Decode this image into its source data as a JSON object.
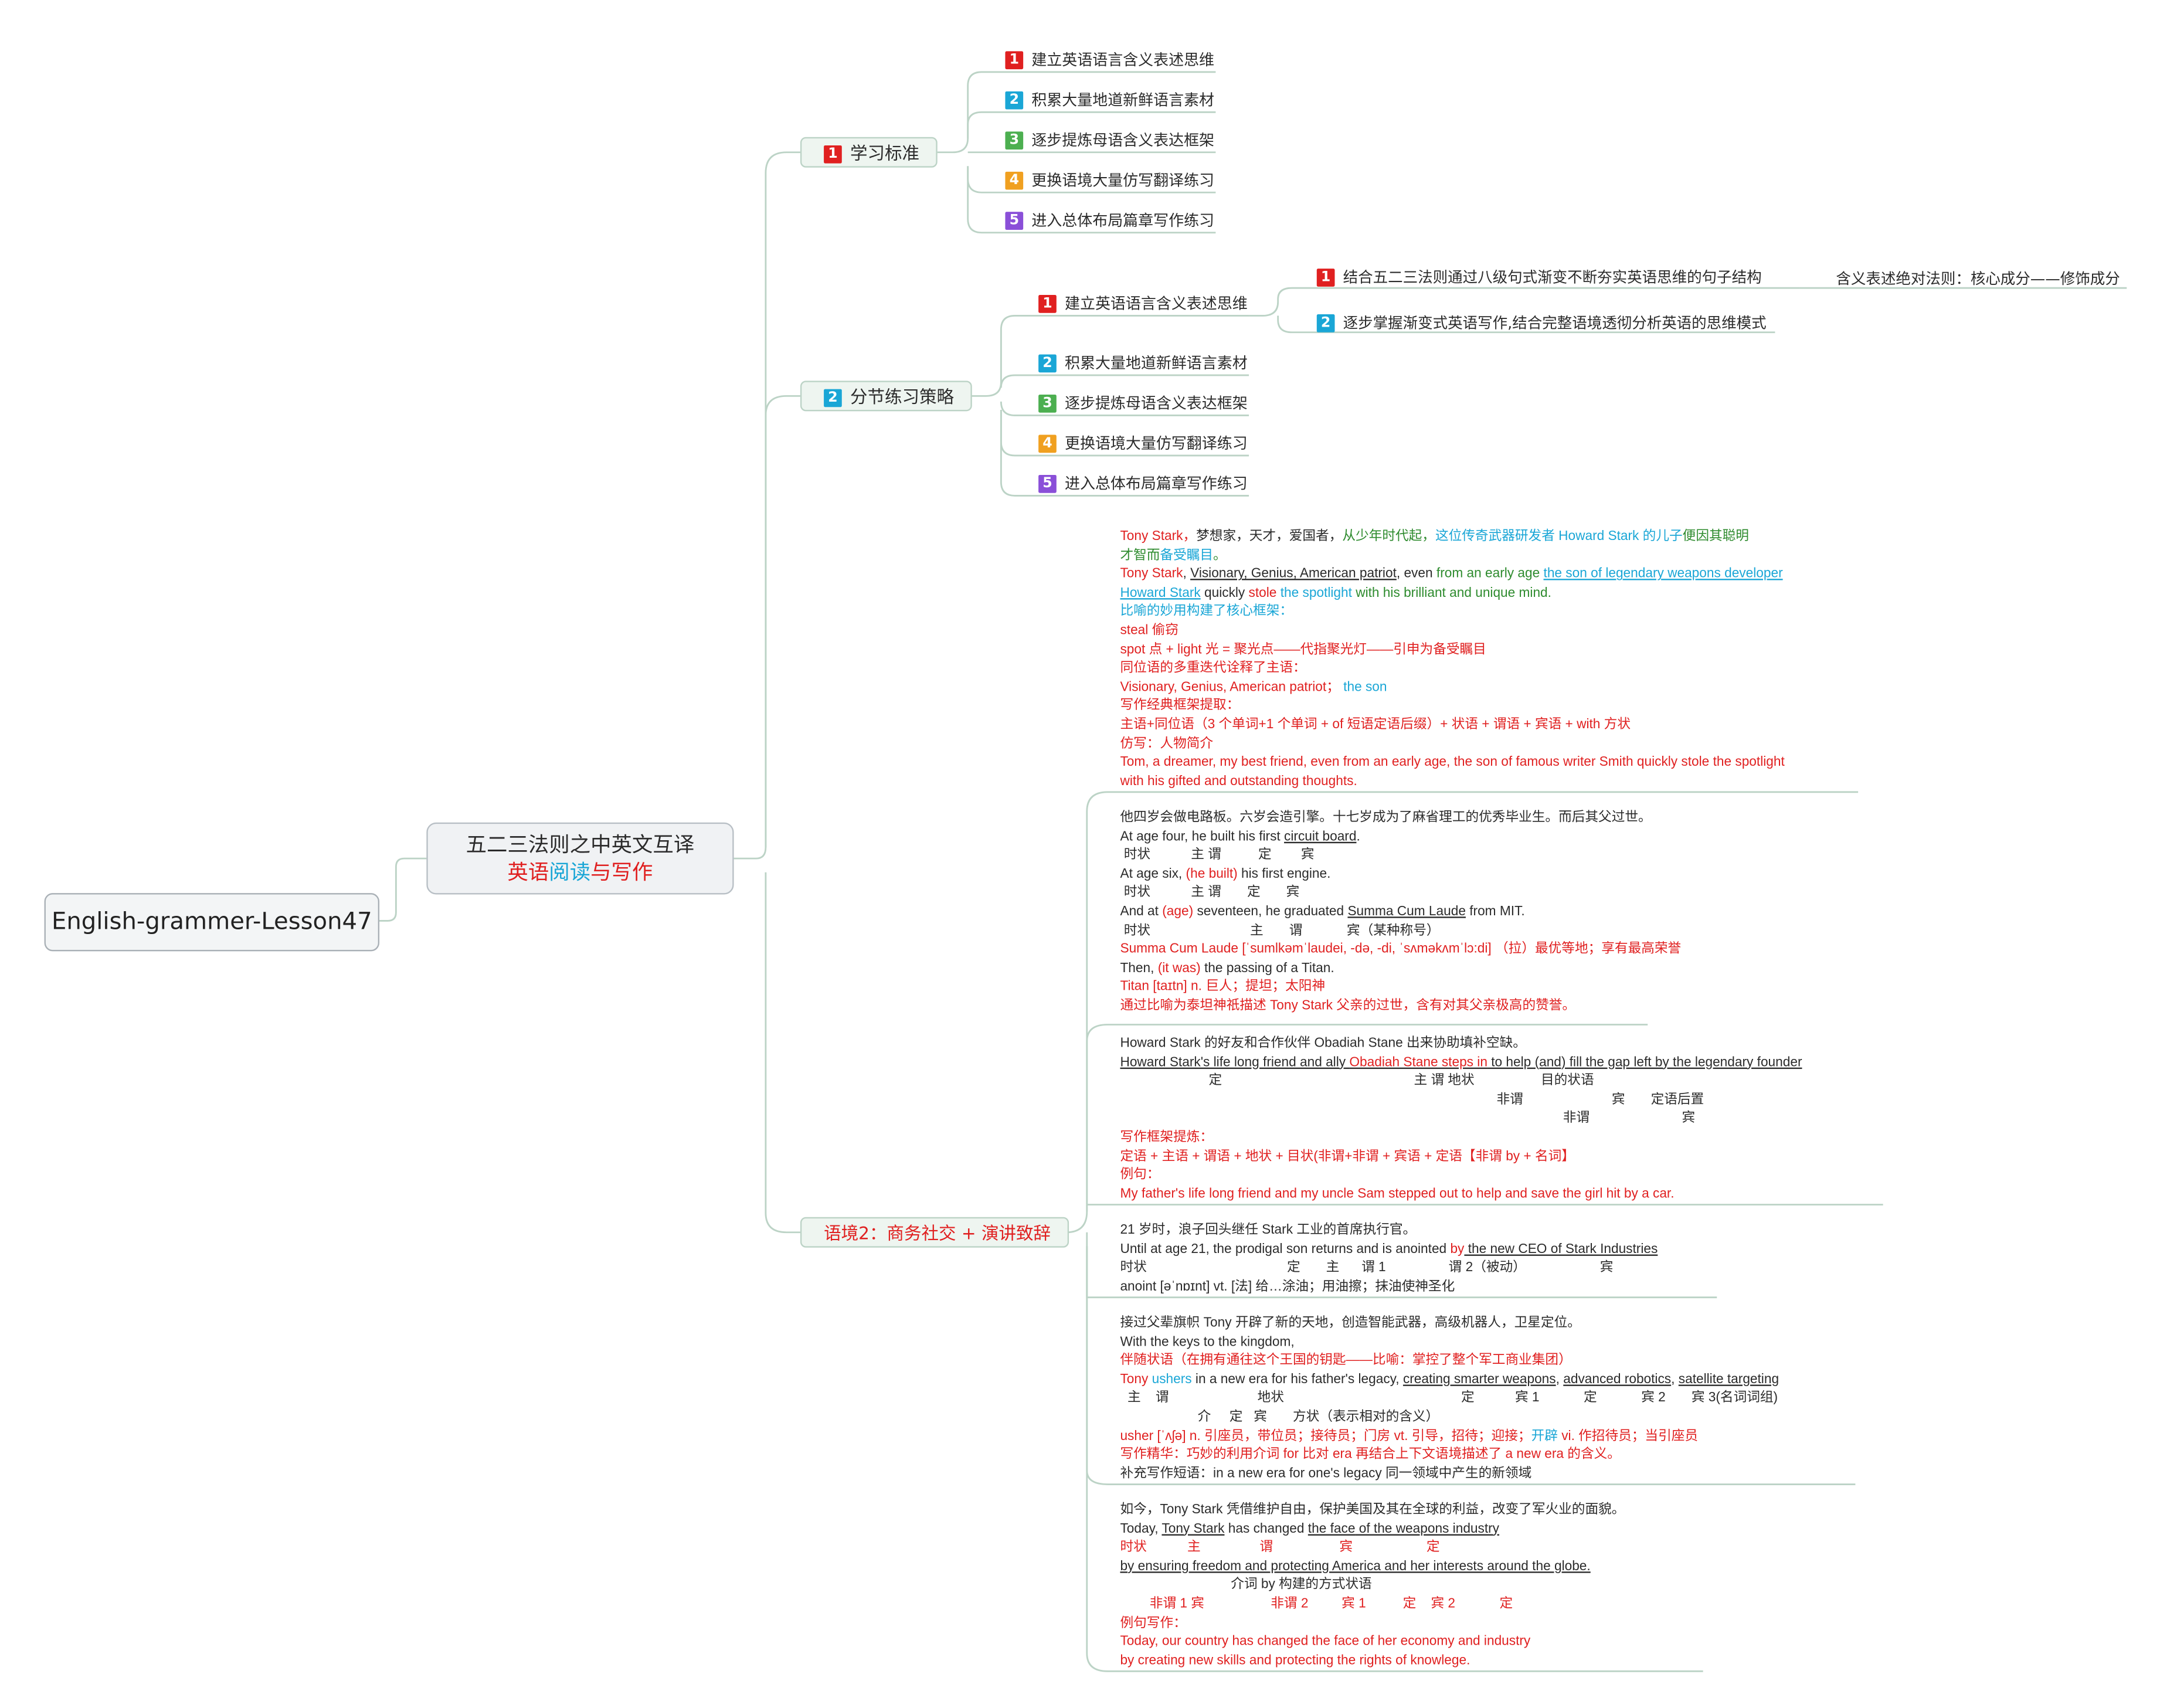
{
  "root": {
    "title": "English-grammer-Lesson47"
  },
  "main": {
    "line1": "五二三法则之中英文互译",
    "line2_a": "英语",
    "line2_b": "阅读",
    "line2_c": "与写作"
  },
  "colors": {
    "red": "#e02020",
    "blue": "#1aa6d6",
    "green": "#2e8b2e",
    "orange": "#f0a020",
    "purple": "#8a4fd8",
    "link": "#bcd3c6"
  },
  "branch1": {
    "num": "1",
    "label": "学习标准",
    "items": [
      {
        "num": "1",
        "text": "建立英语语言含义表述思维"
      },
      {
        "num": "2",
        "text": "积累大量地道新鲜语言素材"
      },
      {
        "num": "3",
        "text": "逐步提炼母语含义表达框架"
      },
      {
        "num": "4",
        "text": "更换语境大量仿写翻译练习"
      },
      {
        "num": "5",
        "text": "进入总体布局篇章写作练习"
      }
    ]
  },
  "branch2": {
    "num": "2",
    "label": "分节练习策略",
    "items": [
      {
        "num": "1",
        "text": "建立英语语言含义表述思维"
      },
      {
        "num": "2",
        "text": "积累大量地道新鲜语言素材"
      },
      {
        "num": "3",
        "text": "逐步提炼母语含义表达框架"
      },
      {
        "num": "4",
        "text": "更换语境大量仿写翻译练习"
      },
      {
        "num": "5",
        "text": "进入总体布局篇章写作练习"
      }
    ],
    "sub": [
      {
        "num": "1",
        "text": "结合五二三法则通过八级句式渐变不断夯实英语思维的句子结构"
      },
      {
        "num": "2",
        "text": "逐步掌握渐变式英语写作,结合完整语境透彻分析英语的思维模式"
      }
    ],
    "side_note": "含义表述绝对法则：核心成分——修饰成分"
  },
  "branch3": {
    "label": "语境2：商务社交 + 演讲致辞"
  },
  "notes": {
    "n1": {
      "l1a": "Tony Stark，",
      "l1b": "梦想家，天才，爱国者，",
      "l1c": "从少年时代起，",
      "l1d": "这位传奇武器研发者 Howard Stark 的儿子",
      "l1e": "便因其聪明",
      "l2a": "才智而",
      "l2b": "备受瞩目",
      "l2c": "。",
      "l3a": "Tony Stark",
      "l3b": ", ",
      "l3c": "Visionary, Genius, American patriot",
      "l3d": ", even ",
      "l3e": "from an early age",
      "l3f": " ",
      "l3g": "the son of legendary weapons developer",
      "l4a": "Howard Stark",
      "l4b": " quickly ",
      "l4c": "stole",
      "l4d": " ",
      "l4e": "the spotlight",
      "l4f": " with his brilliant and unique mind.",
      "l5": "比喻的妙用构建了核心框架：",
      "l6": "steal 偷窃",
      "l7": "spot 点 + light 光 = 聚光点——代指聚光灯——引申为备受瞩目",
      "l8": "同位语的多重迭代诠释了主语：",
      "l9a": "Visionary, Genius, American patriot；",
      "l9b": "the son",
      "l10": "写作经典框架提取：",
      "l11": "主语+同位语（3 个单词+1 个单词 + of 短语定语后缀）+ 状语 + 谓语 + 宾语 + with 方状",
      "l12": "仿写：人物简介",
      "l13": "Tom, a dreamer, my best friend, even from an early age, the son of famous writer Smith quickly stole the spotlight",
      "l14": "with his gifted and outstanding thoughts."
    },
    "n2": {
      "l1": "他四岁会做电路板。六岁会造引擎。十七岁成为了麻省理工的优秀毕业生。而后其父过世。",
      "l2a": "At age four, he built his first ",
      "l2b": "circuit board",
      "l2c": ".",
      "l3": " 时状           主 谓          定        宾",
      "l4a": "At age six, ",
      "l4b": "(he built)",
      "l4c": " his first engine.",
      "l5": " 时状           主 谓       定       宾",
      "l6a": "And at ",
      "l6b": "(age)",
      "l6c": " seventeen, he graduated ",
      "l6d": "Summa Cum Laude",
      "l6e": " from MIT.",
      "l7": " 时状                           主       谓            宾（某种称号）",
      "l8": "Summa Cum Laude [ˈsumlkəmˈlaudei, -də, -di, ˈsʌməkʌmˈlɔ:di] （拉）最优等地；享有最高荣誉",
      "l9a": "Then, ",
      "l9b": "(it was)",
      "l9c": " the passing of a Titan.",
      "l10": "Titan [taɪtn] n. 巨人；提坦；太阳神",
      "l11": "通过比喻为泰坦神祇描述 Tony Stark 父亲的过世，含有对其父亲极高的赞誉。"
    },
    "n3": {
      "l1": "Howard Stark 的好友和合作伙伴 Obadiah Stane 出来协助填补空缺。",
      "l2a": "Howard Stark's life long friend and ally ",
      "l2b": "Obadiah Stane steps in",
      "l2c": " to help (and) fill the gap left by the legendary founder",
      "l3": "                        定                                                    主 谓 地状                  目的状语",
      "l4": "                                                                                                      非谓                        宾       定语后置",
      "l5": "                                                                                                                        非谓                         宾",
      "l6": "写作框架提炼：",
      "l7": "定语 + 主语 + 谓语 + 地状 + 目状(非谓+非谓 + 宾语 + 定语【非谓 by + 名词】",
      "l8": "例句：",
      "l9": "My father's life long friend and my uncle Sam stepped out to help and save the girl hit by a car."
    },
    "n4": {
      "l1": "21 岁时，浪子回头继任 Stark 工业的首席执行官。",
      "l2a": "Until at age 21, the prodigal son returns and is anointed ",
      "l2b": "by",
      "l2c": " the new CEO of Stark Industries",
      "l3": "时状                                      定       主      谓 1                 谓 2（被动）                    宾",
      "l4": "anoint [əˈnɒɪnt] vt. [法] 给…涂油；用油擦；抹油使神圣化"
    },
    "n5": {
      "l1": "接过父辈旗帜 Tony 开辟了新的天地，创造智能武器，高级机器人，卫星定位。",
      "l2": "With the keys to the kingdom,",
      "l3": " 伴随状语（在拥有通往这个王国的钥匙——比喻：掌控了整个军工商业集团）",
      "l4a": "Tony ",
      "l4b": "ushers",
      "l4c": " in a new era for his father's legacy, ",
      "l4d": "creating smarter weapons",
      "l4e": ", ",
      "l4f": "advanced robotics",
      "l4g": ", ",
      "l4h": "satellite targeting",
      "l5": "  主    谓                        地状                                                定           宾 1            定            宾 2       宾 3(名词词组)",
      "l6": "                     介     定   宾       方状（表示相对的含义）",
      "l7a": "usher [ˈʌʃə] n. 引座员，带位员；接待员；门房 vt. 引导，招待；迎接；",
      "l7b": "开辟",
      "l7c": " vi. 作招待员；当引座员",
      "l8": "写作精华：巧妙的利用介词 for 比对 era 再结合上下文语境描述了 a new era 的含义。",
      "l9": "补充写作短语：in a new era for one's legacy 同一领域中产生的新领域"
    },
    "n6": {
      "l1": "如今，Tony Stark 凭借维护自由，保护美国及其在全球的利益，改变了军火业的面貌。",
      "l2a": "Today, ",
      "l2b": "Tony Stark",
      "l2c": " has changed ",
      "l2d": " the face",
      "l2e": " of the weapons industry",
      "l3": "时状           主                谓                  宾                    定",
      "l4": "by ensuring freedom and protecting America and her interests around the globe.",
      "l5": "                              介词 by 构建的方式状语",
      "l6": "        非谓 1 宾                  非谓 2         宾 1          定    宾 2            定",
      "l7": "例句写作：",
      "l8": "Today, our country has changed the face of her economy and industry",
      "l9": " by creating new skills and protecting the rights of knowlege."
    }
  }
}
